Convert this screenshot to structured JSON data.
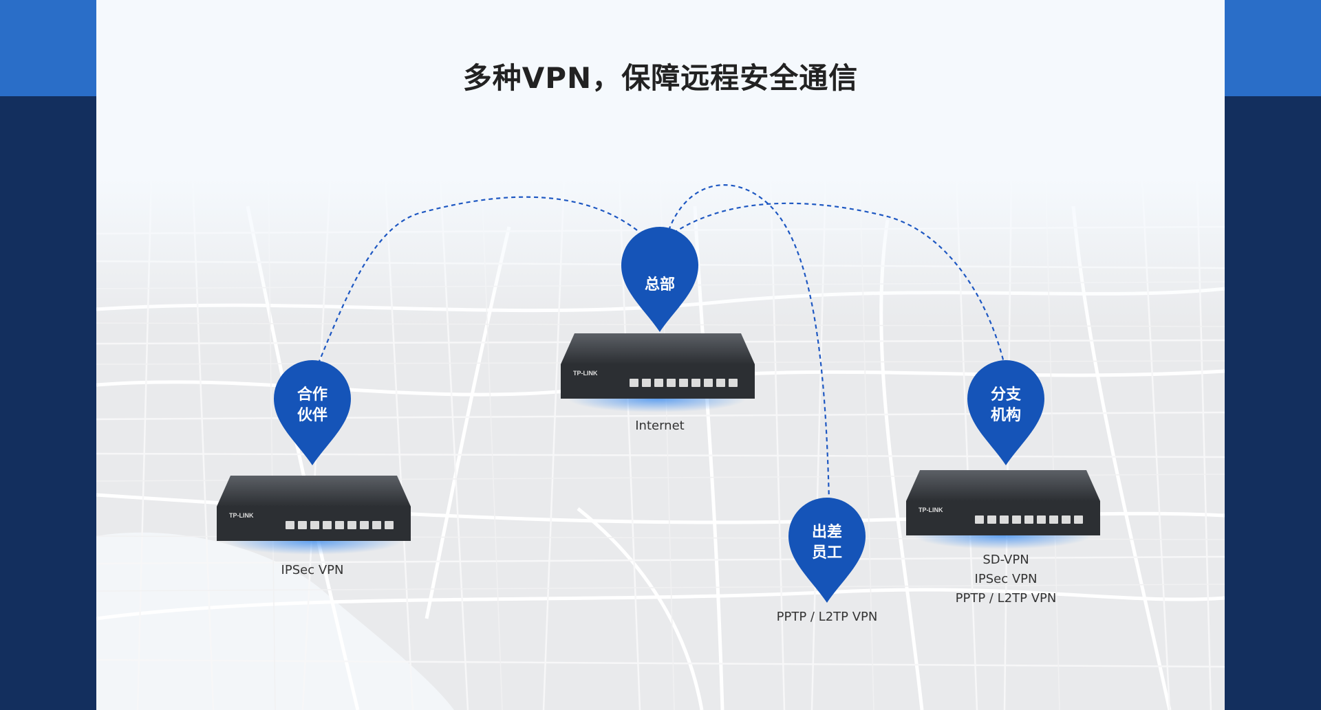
{
  "title": "多种VPN，保障远程安全通信",
  "colors": {
    "pin": "#1554b8",
    "dashed_link": "#1d57c2",
    "frame": "#132f5e",
    "accent_band": "#2a6ec8",
    "router": "#2c2f33"
  },
  "nodes": {
    "hq": {
      "label": "总部",
      "caption": "Internet"
    },
    "partner": {
      "label_line1": "合作",
      "label_line2": "伙伴",
      "caption": "IPSec VPN"
    },
    "traveler": {
      "label_line1": "出差",
      "label_line2": "员工",
      "caption": "PPTP / L2TP VPN"
    },
    "branch": {
      "label_line1": "分支",
      "label_line2": "机构",
      "caption_lines": [
        "SD-VPN",
        "IPSec VPN",
        "PPTP / L2TP VPN"
      ]
    }
  },
  "router_brand": "TP-LINK",
  "icons": [
    "location-pin-icon",
    "router-icon",
    "city-map-background"
  ]
}
